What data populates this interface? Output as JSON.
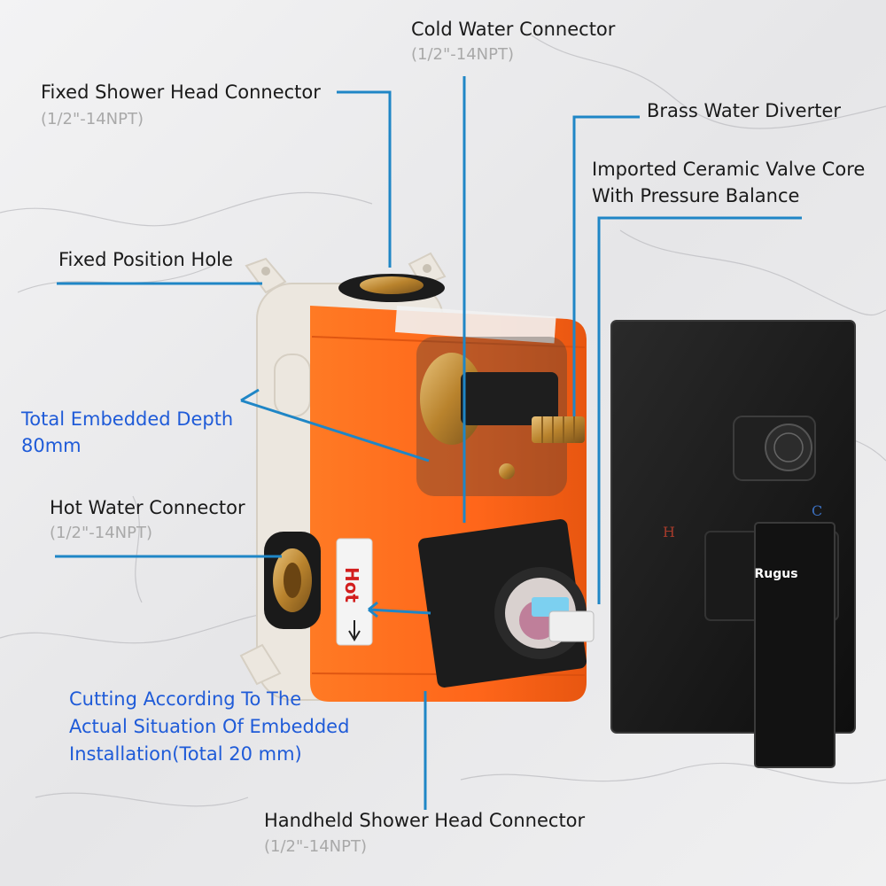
{
  "labels": {
    "cold_water": {
      "title": "Cold Water Connector",
      "spec": "(1/2\"-14NPT)"
    },
    "fixed_shower_head": {
      "title": "Fixed Shower Head Connector",
      "spec": "(1/2\"-14NPT)"
    },
    "brass_diverter": {
      "title": "Brass Water Diverter"
    },
    "ceramic_core": {
      "line1": "Imported Ceramic Valve Core",
      "line2": "With Pressure Balance"
    },
    "fixed_position_hole": {
      "title": "Fixed Position Hole"
    },
    "embedded_depth": {
      "line1": "Total Embedded Depth",
      "line2": "80mm"
    },
    "hot_water": {
      "title": "Hot Water Connector",
      "spec": "(1/2\"-14NPT)"
    },
    "cutting": {
      "line1": "Cutting According To The",
      "line2": "Actual Situation Of Embedded",
      "line3": "Installation(Total 20 mm)"
    },
    "handheld": {
      "title": "Handheld Shower Head Connector",
      "spec": "(1/2\"-14NPT)"
    }
  },
  "product": {
    "hot_marking": "Hot",
    "brand": "Rugus",
    "plate_h": "H",
    "plate_c": "C"
  },
  "colors": {
    "callout_line": "#1f86c6",
    "blue_text": "#1f5bd8",
    "housing": "#ff6a1a",
    "plate": "#151515",
    "brass": "#c9963f"
  }
}
